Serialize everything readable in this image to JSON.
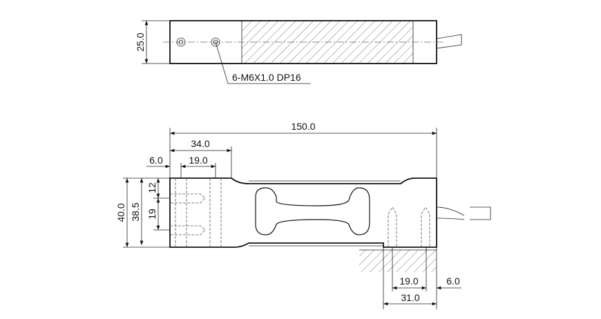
{
  "top_view": {
    "height_dim": "25.0",
    "hole_callout": "6-M6X1.0 DP16"
  },
  "front_view": {
    "length_dim": "150.0",
    "offset_dim": "34.0",
    "edge_dim_left": "6.0",
    "hole_spacing_left": "19.0",
    "height_dim": "40.0",
    "inner_height_dim": "38.5",
    "hole_offset_v": "12",
    "hole_spacing_v": "19",
    "hole_spacing_right": "19.0",
    "edge_dim_right": "6.0",
    "mount_dim": "31.0"
  }
}
